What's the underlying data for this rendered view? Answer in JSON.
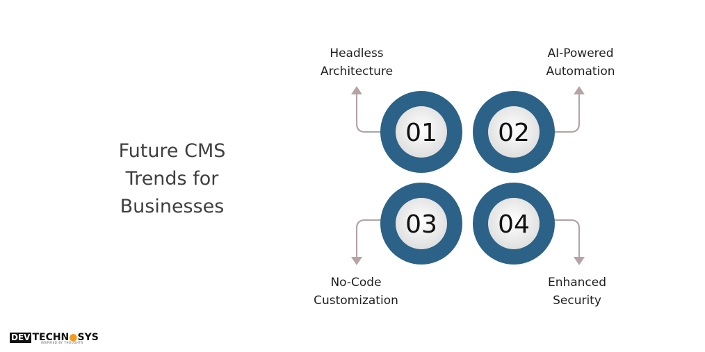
{
  "title": {
    "line1": "Future CMS",
    "line2": "Trends for",
    "line3": "Businesses"
  },
  "items": [
    {
      "number": "01",
      "line1": "Headless",
      "line2": "Architecture"
    },
    {
      "number": "02",
      "line1": "AI-Powered",
      "line2": "Automation"
    },
    {
      "number": "03",
      "line1": "No-Code",
      "line2": "Customization"
    },
    {
      "number": "04",
      "line1": "Enhanced",
      "line2": "Security"
    }
  ],
  "logo": {
    "box_text": "DEV",
    "word": "TECHN",
    "dot": "●",
    "word2": "SYS",
    "tagline": "INSPIRED BY THOUGHTS"
  },
  "colors": {
    "ring": "#2c6288",
    "center": "#efefef",
    "arrow": "#b5a3a7",
    "title": "#3f3f3f"
  }
}
